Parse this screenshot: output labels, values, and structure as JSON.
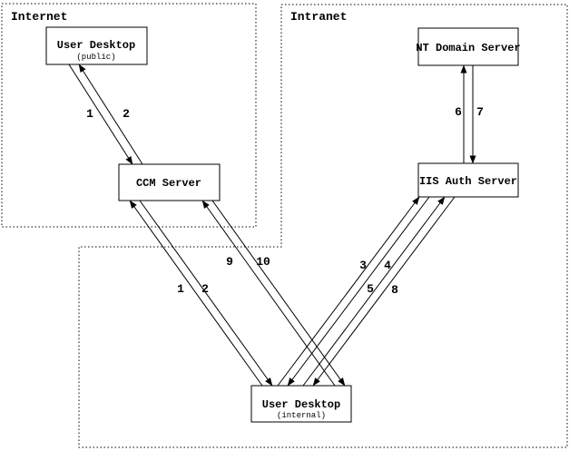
{
  "zones": {
    "internet": {
      "label": "Internet"
    },
    "intranet": {
      "label": "Intranet"
    }
  },
  "nodes": {
    "user_desktop_public": {
      "title": "User Desktop",
      "subtitle": "(public)"
    },
    "ccm_server": {
      "title": "CCM Server"
    },
    "nt_domain_server": {
      "title": "NT Domain Server"
    },
    "iis_auth_server": {
      "title": "IIS Auth Server"
    },
    "user_desktop_internal": {
      "title": "User Desktop",
      "subtitle": "(internal)"
    }
  },
  "edges": [
    {
      "number": "1",
      "from": "user_desktop_public",
      "to": "ccm_server"
    },
    {
      "number": "2",
      "from": "ccm_server",
      "to": "user_desktop_public"
    },
    {
      "number": "1",
      "from": "user_desktop_internal",
      "to": "ccm_server"
    },
    {
      "number": "2",
      "from": "ccm_server",
      "to": "user_desktop_internal"
    },
    {
      "number": "9",
      "from": "user_desktop_internal",
      "to": "ccm_server"
    },
    {
      "number": "10",
      "from": "ccm_server",
      "to": "user_desktop_internal"
    },
    {
      "number": "3",
      "from": "user_desktop_internal",
      "to": "iis_auth_server"
    },
    {
      "number": "4",
      "from": "iis_auth_server",
      "to": "user_desktop_internal"
    },
    {
      "number": "5",
      "from": "user_desktop_internal",
      "to": "iis_auth_server"
    },
    {
      "number": "8",
      "from": "iis_auth_server",
      "to": "user_desktop_internal"
    },
    {
      "number": "6",
      "from": "iis_auth_server",
      "to": "nt_domain_server"
    },
    {
      "number": "7",
      "from": "nt_domain_server",
      "to": "iis_auth_server"
    }
  ],
  "colors": {
    "line": "#000000",
    "background": "#ffffff"
  }
}
